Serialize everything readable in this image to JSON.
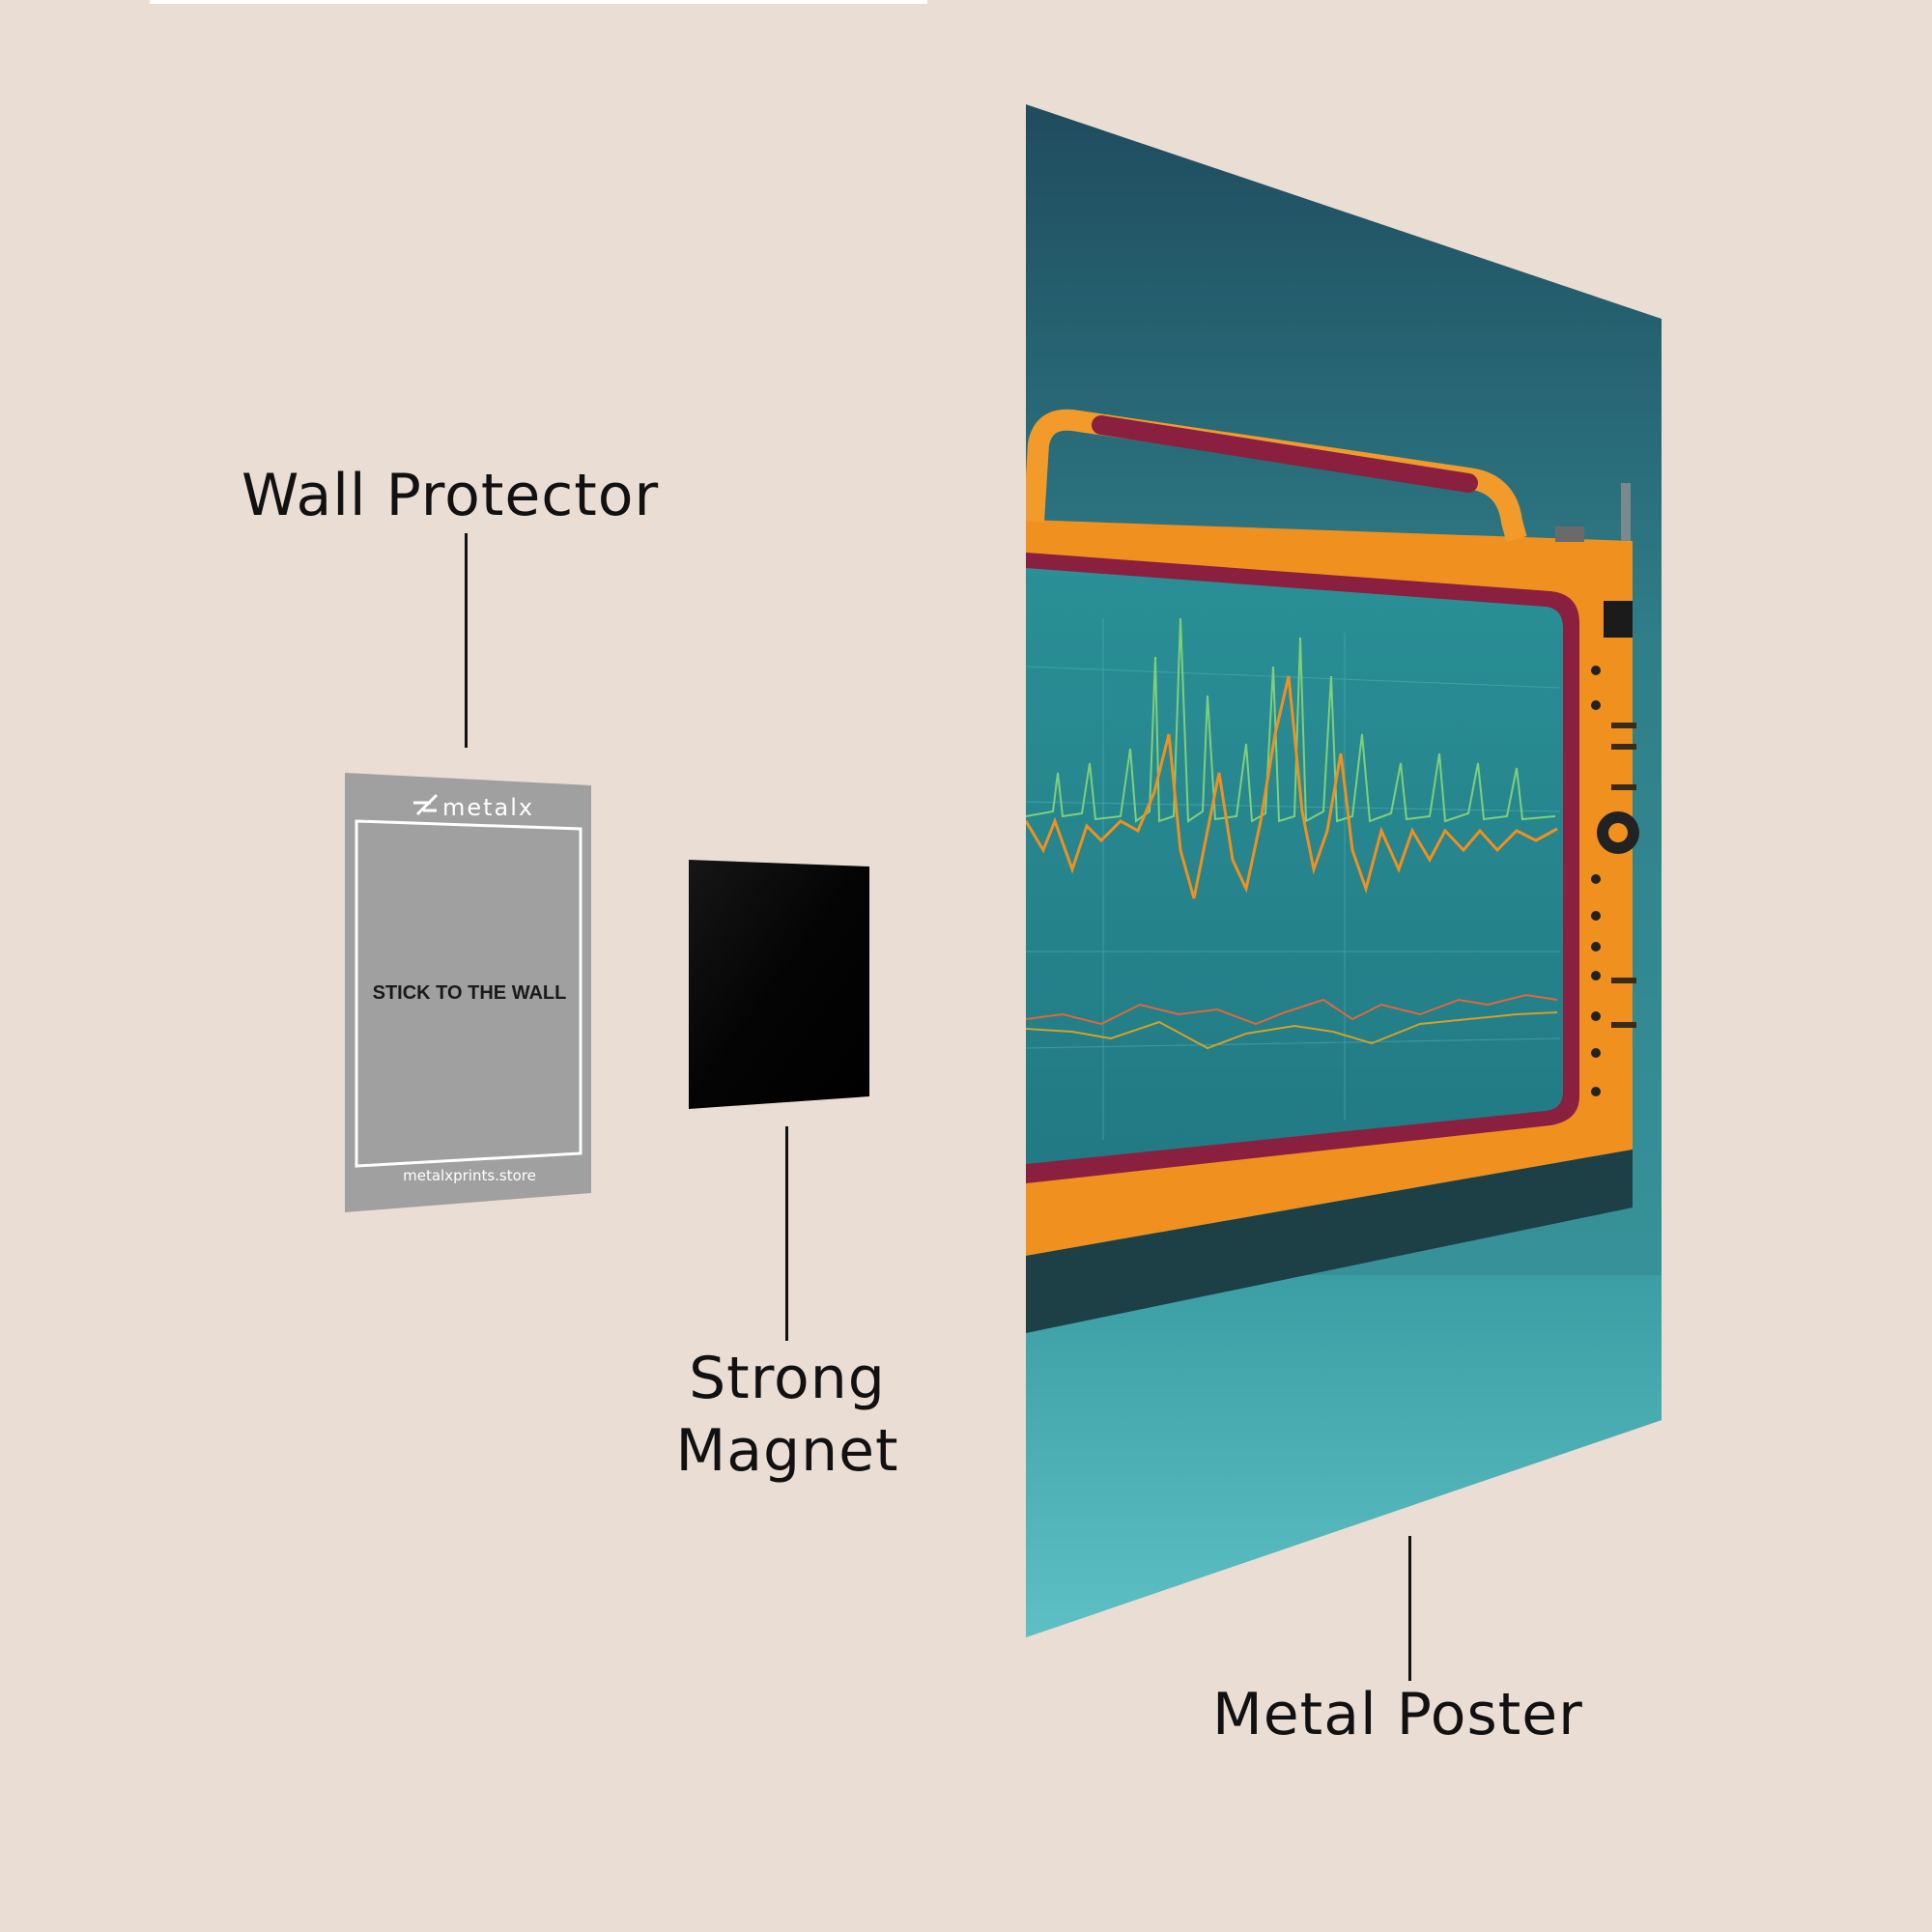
{
  "labels": {
    "wall_protector": "Wall Protector",
    "strong_magnet_line1": "Strong",
    "strong_magnet_line2": "Magnet",
    "metal_poster": "Metal Poster"
  },
  "wall_protector_card": {
    "brand": "metalx",
    "instruction": "STICK TO THE WALL",
    "website": "metalxprints.store"
  },
  "colors": {
    "background": "#eaddd4",
    "protector": "#a0a0a0",
    "magnet": "#000000",
    "poster_teal": "#2f7e88",
    "poster_orange": "#f0901e",
    "poster_maroon": "#8a1f40"
  }
}
